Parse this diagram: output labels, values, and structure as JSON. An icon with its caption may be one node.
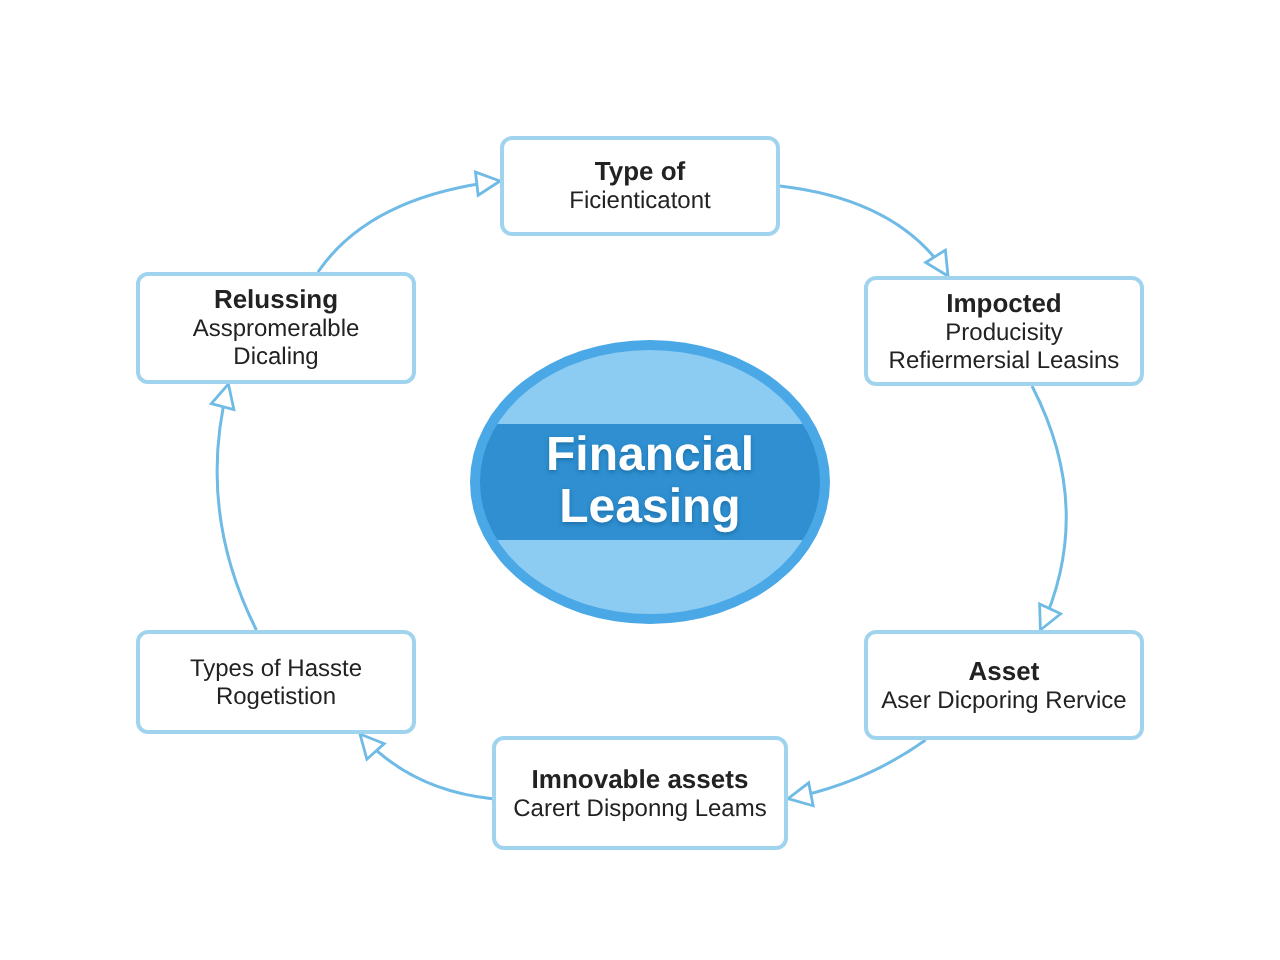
{
  "diagram": {
    "nodes": [
      {
        "text": [
          "Financial Leasing"
        ]
      },
      {
        "text": [
          "Type of",
          "Ficienticatont"
        ]
      },
      {
        "text": [
          "Impocted",
          "Producisity Refiermersial Leasins"
        ]
      },
      {
        "text": [
          "Asset",
          "Aser Dicporing Rervice"
        ]
      },
      {
        "text": [
          "Imnovable assets",
          "Carert Disponng Leams"
        ]
      },
      {
        "text": [
          "Types of Hasste Rogetistion"
        ]
      },
      {
        "text": [
          "Relussing",
          "Asspromeralble Dicaling"
        ]
      }
    ],
    "edges": [
      {
        "from": 1,
        "to": 2,
        "arrow": "to"
      },
      {
        "from": 2,
        "to": 3,
        "arrow": "to"
      },
      {
        "from": 3,
        "to": 4,
        "arrow": "to"
      },
      {
        "from": 4,
        "to": 5,
        "arrow": "to"
      },
      {
        "from": 5,
        "to": 6,
        "arrow": "to"
      },
      {
        "from": 6,
        "to": 1,
        "arrow": "to"
      }
    ]
  }
}
